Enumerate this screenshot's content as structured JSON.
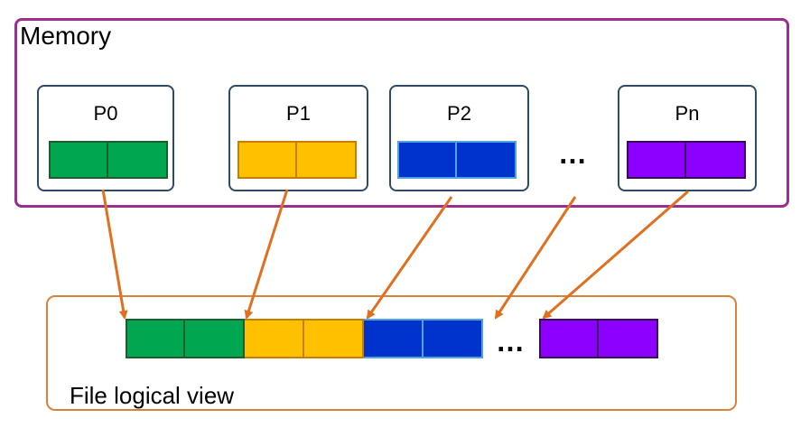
{
  "memory": {
    "label": "Memory"
  },
  "file": {
    "label": "File logical view"
  },
  "processes": [
    {
      "label": "P0",
      "color": "#00a650",
      "border": "#1f5c2e"
    },
    {
      "label": "P1",
      "color": "#ffc000",
      "border": "#c87f00"
    },
    {
      "label": "P2",
      "color": "#0033cc",
      "border": "#4fa3e0"
    },
    {
      "label": "Pn",
      "color": "#8b00ff",
      "border": "#3a0a5a"
    }
  ],
  "ellipsis": "…",
  "arrow_color": "#e0701f"
}
